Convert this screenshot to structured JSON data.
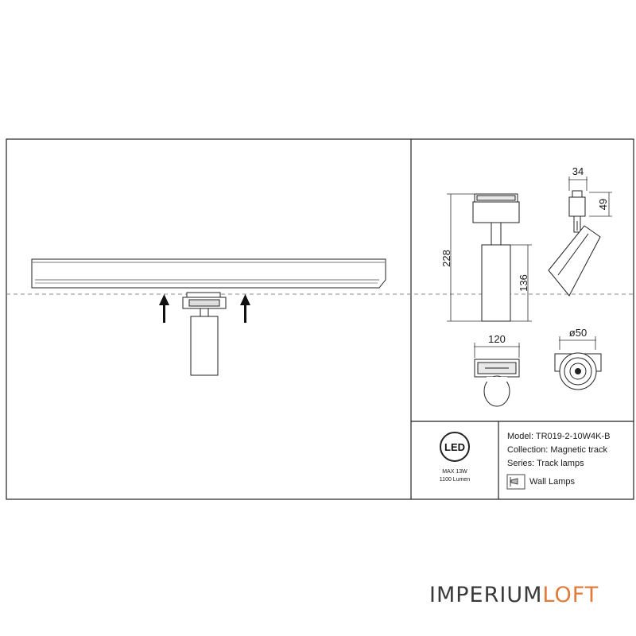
{
  "dimensions": {
    "depth": "34",
    "head_height": "49",
    "total_height": "228",
    "body_height": "136",
    "width": "120",
    "diameter": "ø50"
  },
  "badge": {
    "led_logo": "LED",
    "power": "MAX 13W",
    "lumen": "1100 Lumen"
  },
  "spec": {
    "model": "Model: TR019-2-10W4K-B",
    "collection": "Collection: Magnetic track",
    "series": "Series: Track lamps",
    "wall_lamps": "Wall Lamps",
    "wall_lamps_icon": "wall-lamp-icon"
  },
  "brand": {
    "part1": "IMPERIUM",
    "part2": "LOFT",
    "color_main": "#3a3a3a",
    "color_accent": "#e17b3c"
  }
}
